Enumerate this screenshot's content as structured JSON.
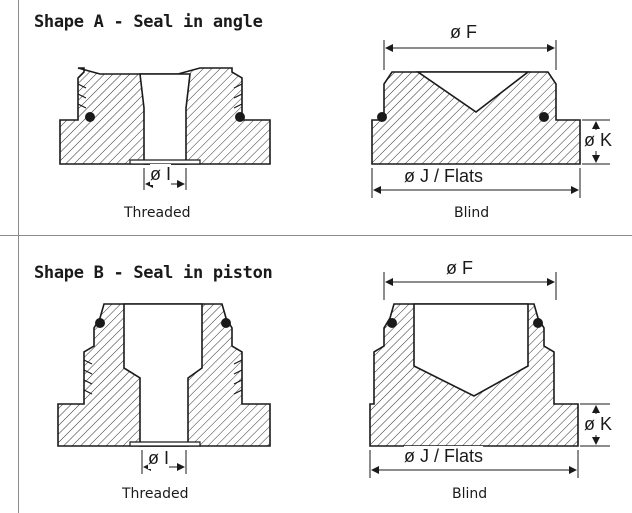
{
  "colors": {
    "line": "#1a1a1a",
    "hatch": "#1a1a1a",
    "divider": "#8c8c8c",
    "bg": "#ffffff"
  },
  "panel_a": {
    "title": "Shape A - Seal in angle",
    "threaded_caption": "Threaded",
    "blind_caption": "Blind",
    "dim_i": "ø I",
    "dim_f": "ø F",
    "dim_k": "ø K",
    "dim_j": "ø J / Flats"
  },
  "panel_b": {
    "title": "Shape B - Seal in piston",
    "threaded_caption": "Threaded",
    "blind_caption": "Blind",
    "dim_i": "ø I",
    "dim_f": "ø F",
    "dim_k": "ø K",
    "dim_j": "ø J / Flats"
  }
}
